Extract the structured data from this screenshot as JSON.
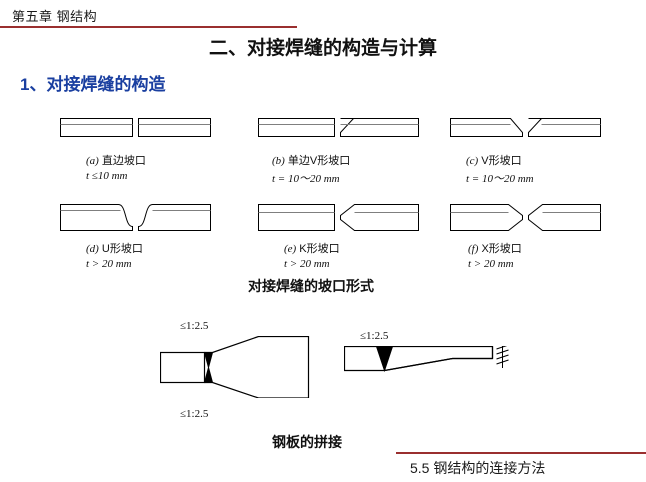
{
  "header": {
    "chapter": "第五章  钢结构"
  },
  "titles": {
    "main": "二、对接焊缝的构造与计算",
    "sub": "1、对接焊缝的构造"
  },
  "figures": {
    "groove_forms": [
      {
        "label": "(a)",
        "name": "直边坡口",
        "thickness": "t ≤10 mm"
      },
      {
        "label": "(b)",
        "name": "单边V形坡口",
        "thickness": "t = 10～20 mm"
      },
      {
        "label": "(c)",
        "name": "V形坡口",
        "thickness": "t = 10～20 mm"
      },
      {
        "label": "(d)",
        "name": "U形坡口",
        "thickness": "t > 20 mm"
      },
      {
        "label": "(e)",
        "name": "K形坡口",
        "thickness": "t > 20 mm"
      },
      {
        "label": "(f)",
        "name": "X形坡口",
        "thickness": "t > 20 mm"
      }
    ],
    "groove_group_title": "对接焊缝的坡口形式",
    "splice_group_title": "钢板的拼接",
    "slope_labels": {
      "top_left": "≤1:2.5",
      "bottom_left": "≤1:2.5",
      "right": "≤1:2.5"
    }
  },
  "footer": {
    "text": "5.5 钢结构的连接方法"
  },
  "colors": {
    "accent_rule": "#9a2f2f",
    "subtitle": "#1a3fa0",
    "line": "#000000"
  }
}
